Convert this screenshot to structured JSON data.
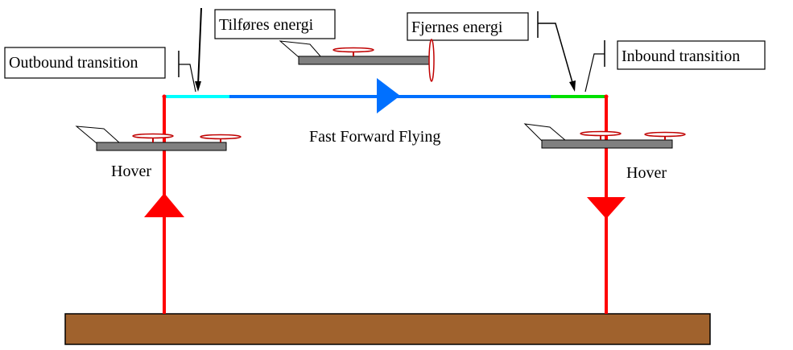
{
  "labels": {
    "outbound_transition": "Outbound transition",
    "tilfores_energi": "Tilføres energi",
    "fjernes_energi": "Fjernes energi",
    "inbound_transition": "Inbound transition",
    "fast_forward_flying": "Fast Forward Flying",
    "hover_left": "Hover",
    "hover_right": "Hover"
  },
  "colors": {
    "climb_path": "#ff0000",
    "outbound_segment": "#00ffff",
    "cruise_path": "#0070ff",
    "inbound_segment": "#00e000",
    "ground": "#a0622d",
    "aircraft_body": "#808080",
    "rotor": "#c00000"
  }
}
